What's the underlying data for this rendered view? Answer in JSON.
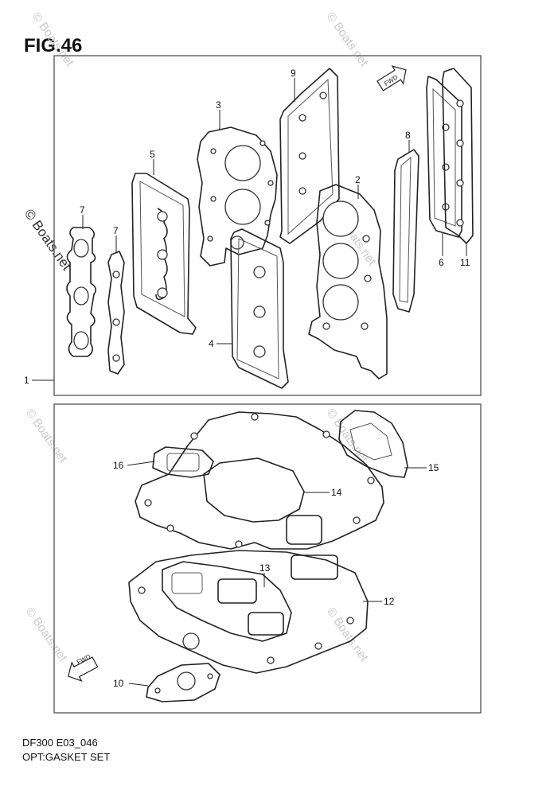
{
  "figure": {
    "title": "FIG.46"
  },
  "caption": {
    "model": "DF300 E03_046",
    "name": "OPT:GASKET SET"
  },
  "watermark": "© Boats.net",
  "arrows": {
    "forward": "FWD"
  },
  "callouts": [
    "1",
    "2",
    "3",
    "4",
    "5",
    "6",
    "7",
    "8",
    "9",
    "10",
    "11",
    "12",
    "13",
    "14",
    "15",
    "16"
  ]
}
